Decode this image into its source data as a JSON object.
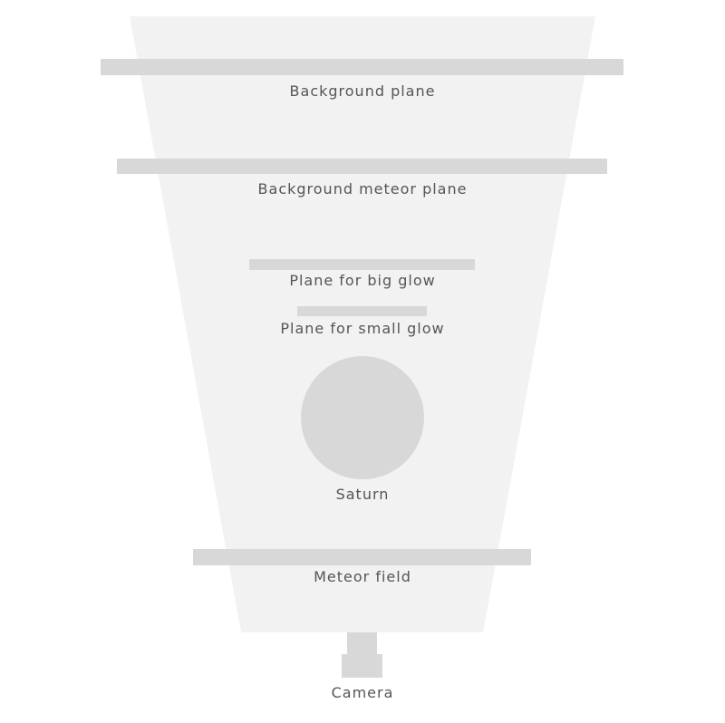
{
  "diagram": {
    "colors": {
      "frustum": "#f2f2f2",
      "shape": "#d8d8d8",
      "label": "#555555"
    },
    "elements": {
      "background_plane": "Background plane",
      "background_meteor_plane": "Background meteor plane",
      "big_glow_plane": "Plane for big glow",
      "small_glow_plane": "Plane for small glow",
      "saturn": "Saturn",
      "meteor_field": "Meteor field",
      "camera": "Camera"
    }
  }
}
